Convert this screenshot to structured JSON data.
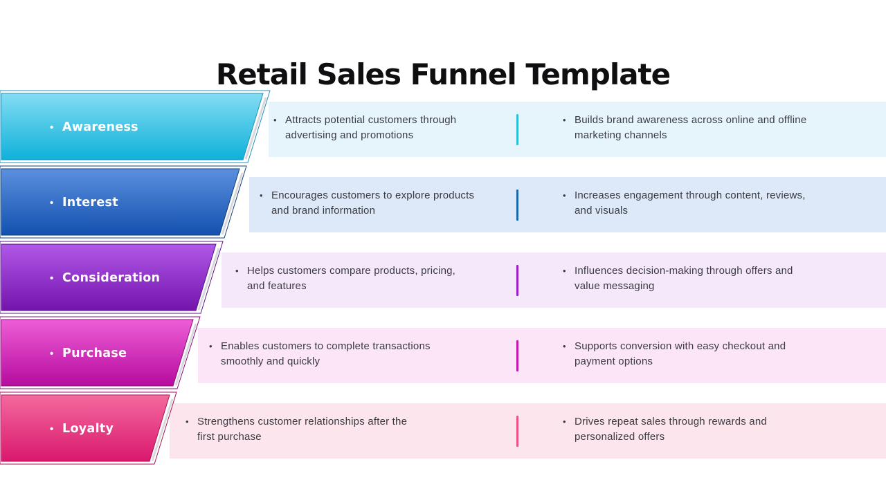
{
  "title": "Retail Sales Funnel Template",
  "stages": [
    {
      "label": "Awareness",
      "left_lines": [
        "Attracts potential customers through",
        "advertising and promotions"
      ],
      "right_lines": [
        "Builds brand awareness across online and offline",
        "marketing channels"
      ],
      "colors": {
        "gradient_top": "#83dcf3",
        "gradient_bottom": "#0fb1da",
        "border": "#1f93bd",
        "band": "#e6f5fc",
        "divider": "#2cc0da"
      }
    },
    {
      "label": "Interest",
      "left_lines": [
        "Encourages customers to explore products",
        "and brand information"
      ],
      "right_lines": [
        "Increases engagement through content, reviews,",
        "and visuals"
      ],
      "colors": {
        "gradient_top": "#5b90dd",
        "gradient_bottom": "#1350b0",
        "border": "#0e3f77",
        "band": "#dde9f8",
        "divider": "#1967ac"
      }
    },
    {
      "label": "Consideration",
      "left_lines": [
        "Helps customers compare products, pricing,",
        "and features"
      ],
      "right_lines": [
        "Influences decision-making through offers and",
        "value messaging"
      ],
      "colors": {
        "gradient_top": "#b058e8",
        "gradient_bottom": "#7414ad",
        "border": "#5a1488",
        "band": "#f6e8fb",
        "divider": "#9c1ecb"
      }
    },
    {
      "label": "Purchase",
      "left_lines": [
        "Enables customers to complete transactions",
        "smoothly and quickly"
      ],
      "right_lines": [
        "Supports conversion with easy checkout and",
        "payment options"
      ],
      "colors": {
        "gradient_top": "#ee5ed6",
        "gradient_bottom": "#b60b9f",
        "border": "#8e0c7d",
        "band": "#fce5f6",
        "divider": "#c215ad"
      }
    },
    {
      "label": "Loyalty",
      "left_lines": [
        "Strengthens customer relationships after the",
        "first purchase"
      ],
      "right_lines": [
        "Drives repeat sales through rewards and",
        "personalized offers"
      ],
      "colors": {
        "gradient_top": "#f4699d",
        "gradient_bottom": "#d9186e",
        "border": "#aa1257",
        "band": "#fde5ee",
        "divider": "#ee4f86"
      }
    }
  ]
}
